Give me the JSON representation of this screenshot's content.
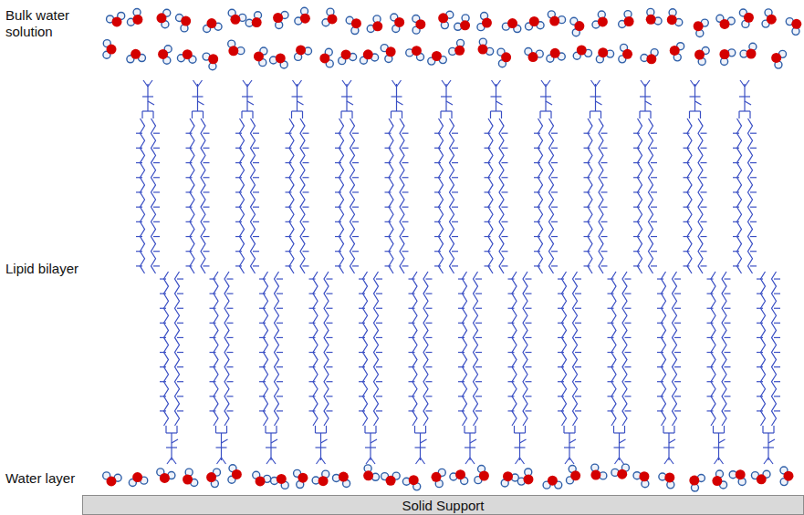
{
  "diagram": {
    "nodes": [
      {
        "text": [
          "Solid Support"
        ]
      }
    ],
    "labels": [
      "Bulk water solution",
      "Lipid bilayer",
      "Water layer"
    ]
  }
}
